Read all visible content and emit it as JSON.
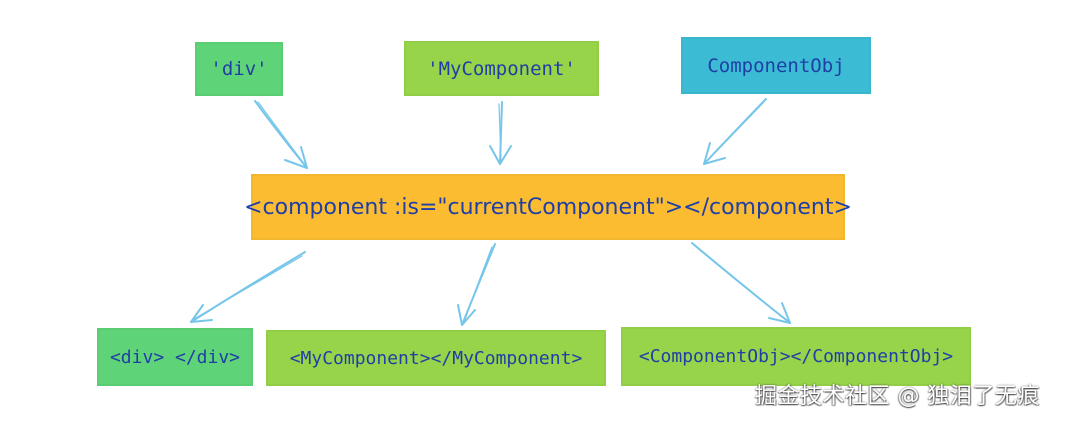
{
  "colors": {
    "green_dark": "#5fd377",
    "green_light": "#97d44a",
    "cyan": "#3bbcd4",
    "orange": "#fbbc31",
    "text": "#1f3fa6",
    "arrow": "#76c6ea"
  },
  "inputs": [
    {
      "label": "'div'"
    },
    {
      "label": "'MyComponent'"
    },
    {
      "label": "ComponentObj"
    }
  ],
  "center": {
    "label": "<component :is=\"currentComponent\"></component>"
  },
  "outputs": [
    {
      "label": "<div> </div>"
    },
    {
      "label": "<MyComponent></MyComponent>"
    },
    {
      "label": "<ComponentObj></ComponentObj>"
    }
  ],
  "watermark": "掘金技术社区 @ 独泪了无痕"
}
